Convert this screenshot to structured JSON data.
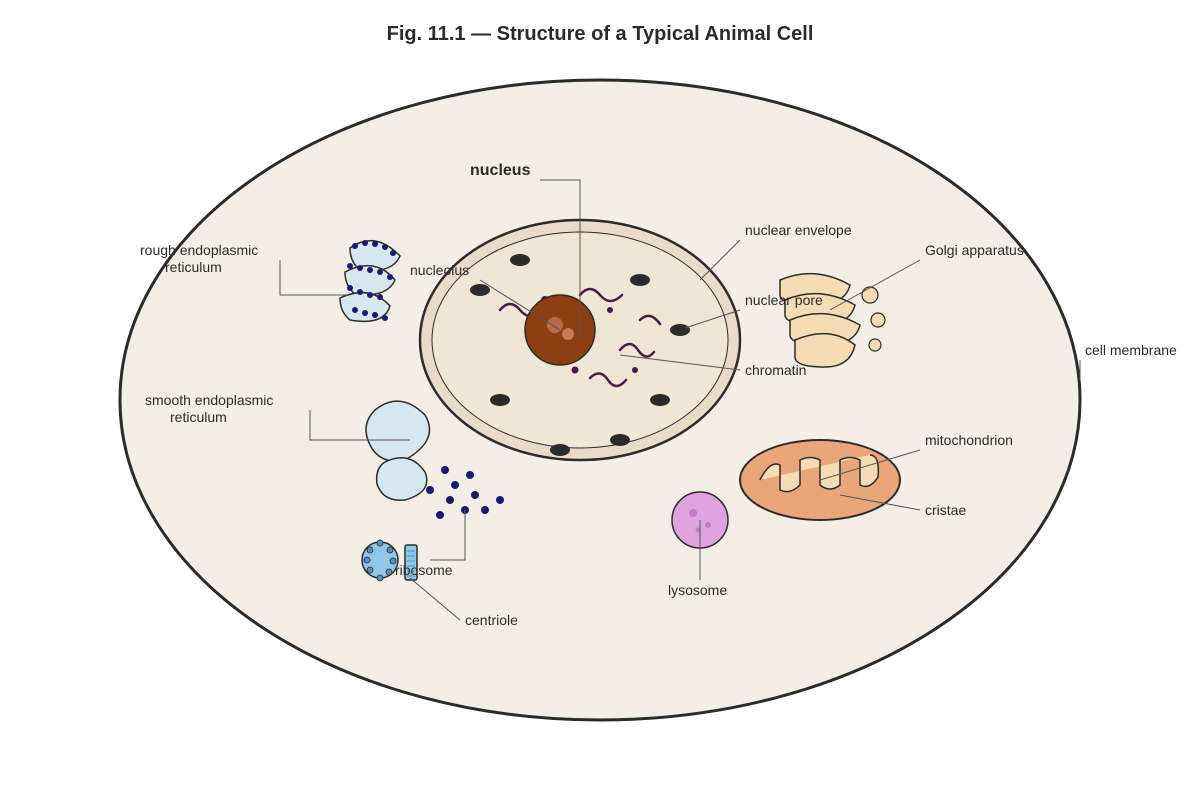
{
  "title": "Fig. 11.1 — Structure of a Typical Animal Cell",
  "labels": {
    "nucleus": "nucleus",
    "nucleolus": "nucleolus",
    "nuclear_envelope": "nuclear envelope",
    "nuclear_pore": "nuclear pore",
    "chromatin": "chromatin",
    "rough_er_line1": "rough endoplasmic",
    "rough_er_line2": "reticulum",
    "smooth_er_line1": "smooth endoplasmic",
    "smooth_er_line2": "reticulum",
    "golgi": "Golgi apparatus",
    "cell_membrane": "cell membrane",
    "mitochondrion": "mitochondrion",
    "cristae": "cristae",
    "lysosome": "lysosome",
    "ribosome": "ribosome",
    "centriole": "centriole"
  },
  "colors": {
    "cytoplasm": "#f4efe6",
    "outline": "#2b2b2b",
    "nucleus_fill": "#efe3d0",
    "nucleolus": "#8b3f12",
    "chromatin": "#4a1a4a",
    "er_fill": "#d6e8ef",
    "ribosome": "#1b1b6e",
    "golgi_fill": "#f6dcb4",
    "mitochondrion": "#e8a67a",
    "lysosome": "#dfa3df",
    "centriole": "#8fc7e8"
  }
}
